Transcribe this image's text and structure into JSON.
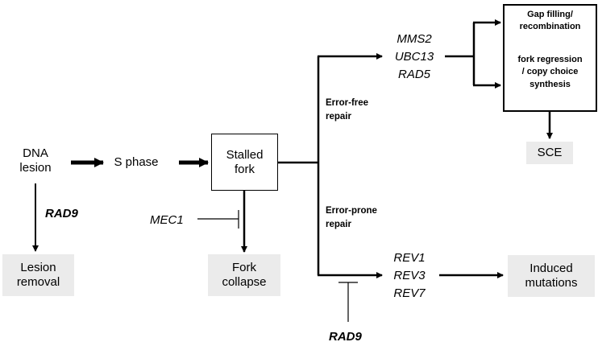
{
  "diagram": {
    "start": {
      "label": "DNA\nlesion"
    },
    "s_phase": {
      "label": "S phase"
    },
    "stalled_fork": {
      "label": "Stalled\nfork"
    },
    "lesion_removal": {
      "label": "Lesion\nremoval"
    },
    "fork_collapse": {
      "label": "Fork\ncollapse"
    },
    "rad9_top": {
      "label": "RAD9"
    },
    "rad9_bottom": {
      "label": "RAD9"
    },
    "mec1": {
      "label": "MEC1"
    },
    "error_free": {
      "label": "Error-free\nrepair"
    },
    "error_prone": {
      "label": "Error-prone\nrepair"
    },
    "error_free_genes": {
      "label": "MMS2\nUBC13\nRAD5"
    },
    "error_prone_genes": {
      "label": "REV1\nREV3\nREV7"
    },
    "outcome_box": {
      "gap_filling": "Gap filling/\nrecombination",
      "fork_regression": "fork regression\n/ copy choice\nsynthesis"
    },
    "sce": {
      "label": "SCE"
    },
    "induced_mutations": {
      "label": "Induced\nmutations"
    },
    "colors": {
      "line": "#000000",
      "label_fill": "#ebebeb",
      "box_fill": "#ffffff"
    }
  }
}
